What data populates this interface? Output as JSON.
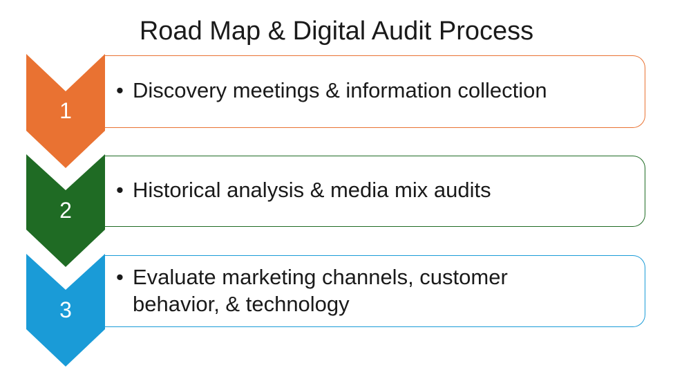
{
  "title": "Road Map & Digital Audit Process",
  "colors": {
    "step1": "#E97232",
    "step2": "#1F6B24",
    "step3": "#1A9BD7"
  },
  "steps": [
    {
      "number": "1",
      "bullet": "•",
      "text": "Discovery meetings & information collection"
    },
    {
      "number": "2",
      "bullet": "•",
      "text": "Historical analysis & media mix audits"
    },
    {
      "number": "3",
      "bullet": "•",
      "text_line1": "Evaluate marketing channels, customer",
      "text_line2": "behavior, & technology"
    }
  ]
}
